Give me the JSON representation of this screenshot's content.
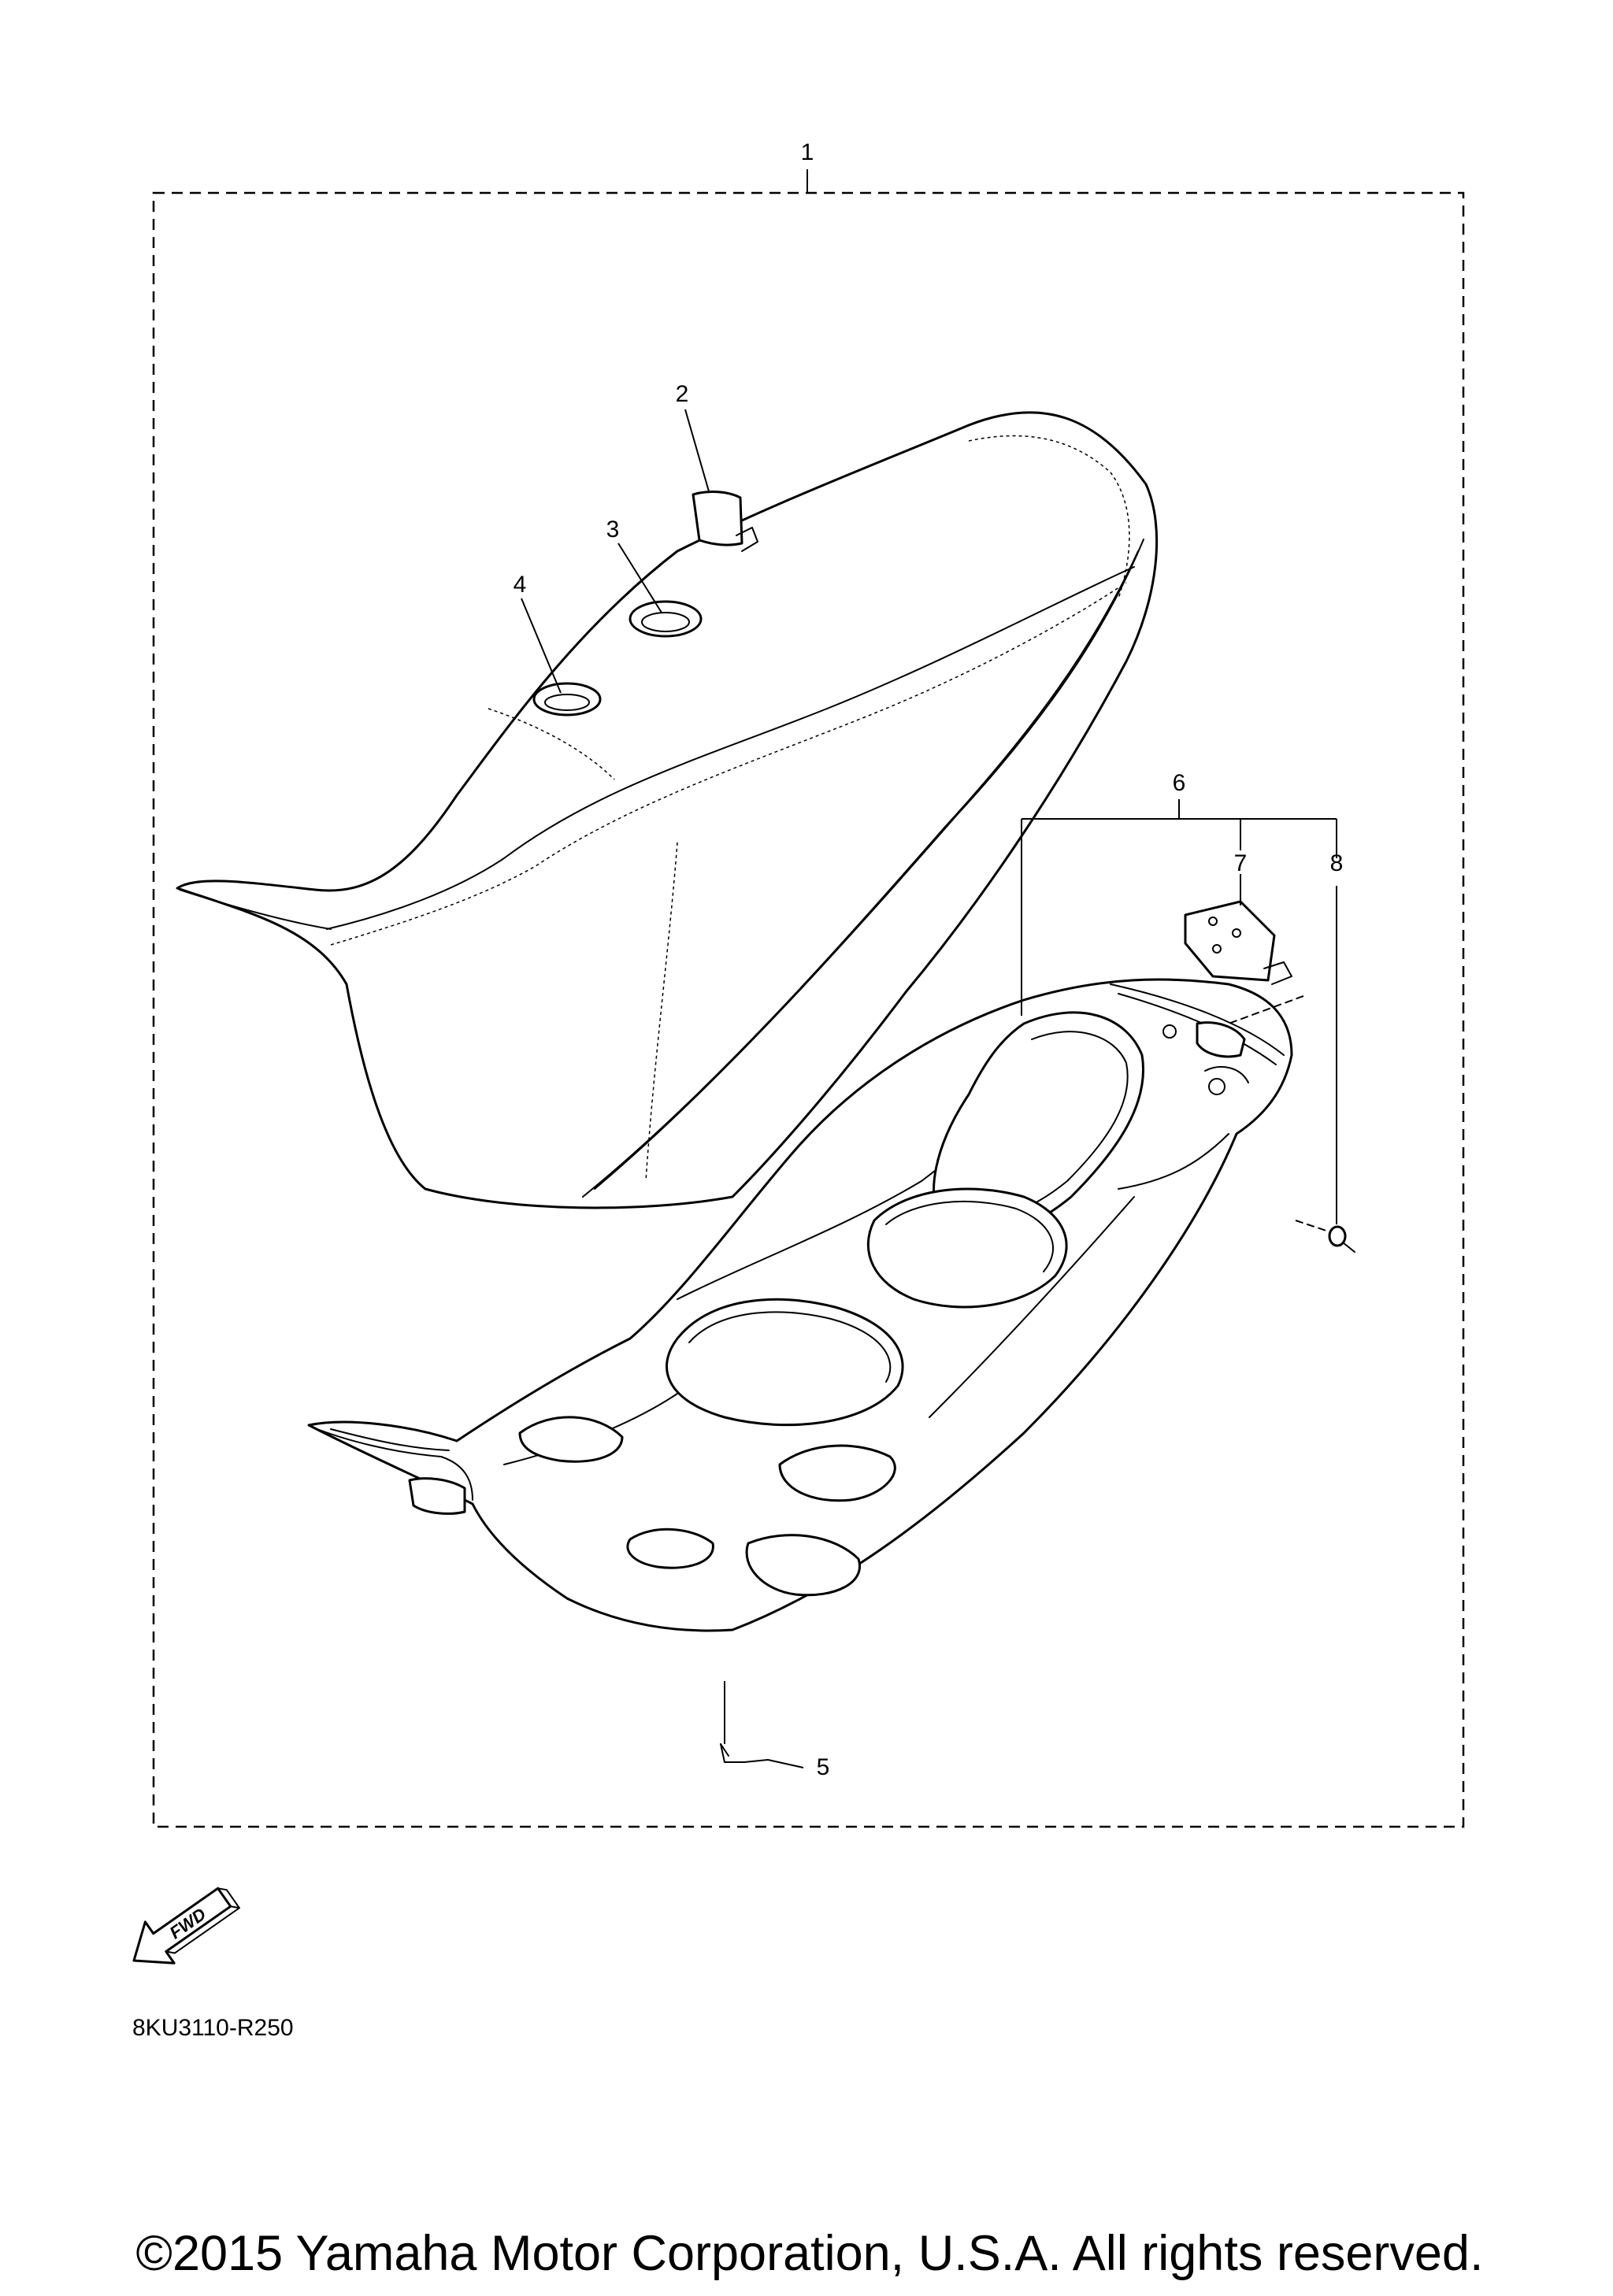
{
  "diagram": {
    "callouts": [
      "1",
      "2",
      "3",
      "4",
      "5",
      "6",
      "7",
      "8"
    ],
    "forward_badge": "FWD",
    "drawing_code": "8KU3110-R250",
    "copyright": "©2015 Yamaha Motor Corporation, U.S.A. All rights reserved."
  }
}
